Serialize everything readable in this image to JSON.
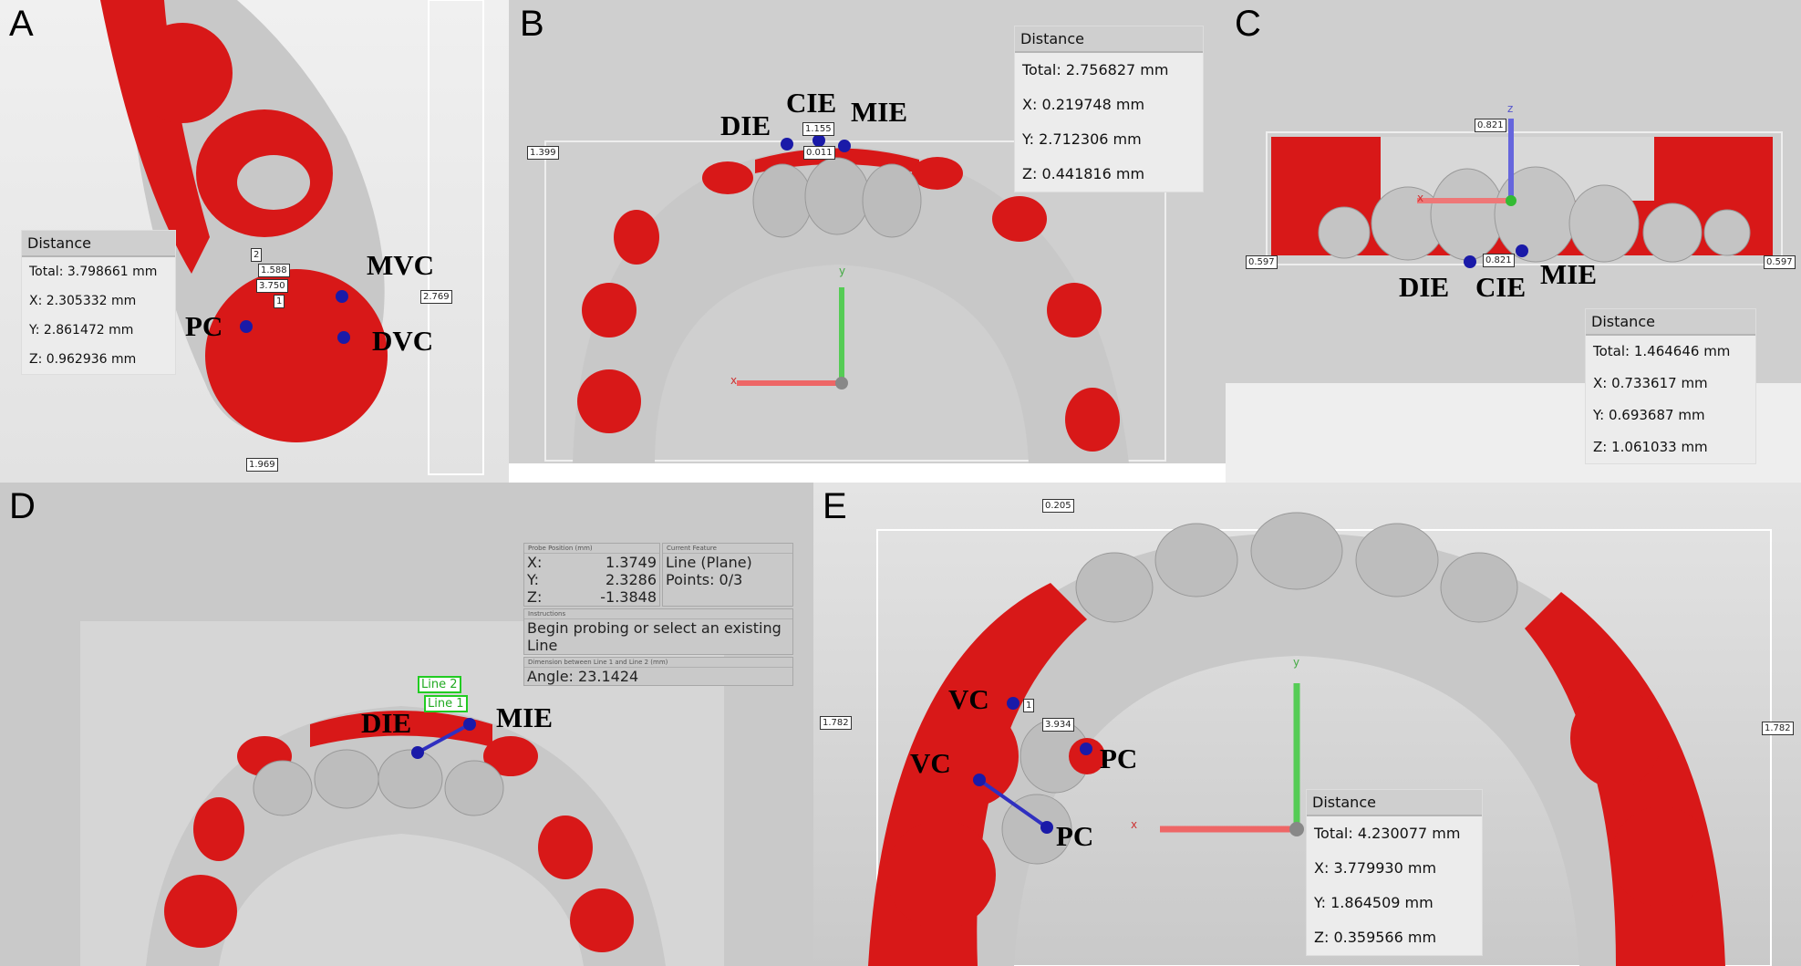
{
  "panels": {
    "A": {
      "letter": "A",
      "landmarks": [
        "PC",
        "MVC",
        "DVC"
      ],
      "dims": [
        "2",
        "1.588",
        "3.750",
        "1",
        "2.769",
        "1.969"
      ],
      "distance": {
        "title": "Distance",
        "total": "Total: 3.798661 mm",
        "x": "X: 2.305332 mm",
        "y": "Y: 2.861472 mm",
        "z": "Z: 0.962936 mm"
      }
    },
    "B": {
      "letter": "B",
      "landmarks": [
        "DIE",
        "CIE",
        "MIE"
      ],
      "dims": [
        "1.399",
        "1.155",
        "0.011"
      ],
      "axes": [
        "y",
        "x"
      ],
      "distance": {
        "title": "Distance",
        "total": "Total: 2.756827 mm",
        "x": "X: 0.219748 mm",
        "y": "Y: 2.712306 mm",
        "z": "Z: 0.441816 mm"
      }
    },
    "C": {
      "letter": "C",
      "landmarks": [
        "DIE",
        "CIE",
        "MIE"
      ],
      "dims": [
        "0.821",
        "0.597",
        "0.597",
        "0.821"
      ],
      "axes": [
        "z",
        "x"
      ],
      "distance": {
        "title": "Distance",
        "total": "Total: 1.464646 mm",
        "x": "X: 0.733617 mm",
        "y": "Y: 0.693687 mm",
        "z": "Z: 1.061033 mm"
      }
    },
    "D": {
      "letter": "D",
      "landmarks": [
        "DIE",
        "MIE"
      ],
      "lines": [
        "Line 2",
        "Line 1"
      ],
      "probe": {
        "position_caption": "Probe Position (mm)",
        "x_label": "X:",
        "x": "1.3749",
        "y_label": "Y:",
        "y": "2.3286",
        "z_label": "Z:",
        "z": "-1.3848",
        "feature_caption": "Current Feature",
        "feature": "Line (Plane)",
        "points": "Points: 0/3",
        "instructions_caption": "Instructions",
        "instructions": "Begin probing or select an existing Line",
        "dimension_caption": "Dimension between Line 1 and Line 2 (mm)",
        "angle": "Angle: 23.1424"
      }
    },
    "E": {
      "letter": "E",
      "landmarks": [
        "VC",
        "PC",
        "VC",
        "PC"
      ],
      "dims": [
        "0.205",
        "1.782",
        "1.782",
        "1",
        "3.934"
      ],
      "axes": [
        "y",
        "x"
      ],
      "distance": {
        "title": "Distance",
        "total": "Total: 4.230077 mm",
        "x": "X: 3.779930 mm",
        "y": "Y: 1.864509 mm",
        "z": "Z: 0.359566 mm"
      }
    }
  },
  "colors": {
    "red": "#d81818",
    "gray": "#c8c8c8",
    "point": "#1a1aa8",
    "bg": "#d4d4d4"
  }
}
